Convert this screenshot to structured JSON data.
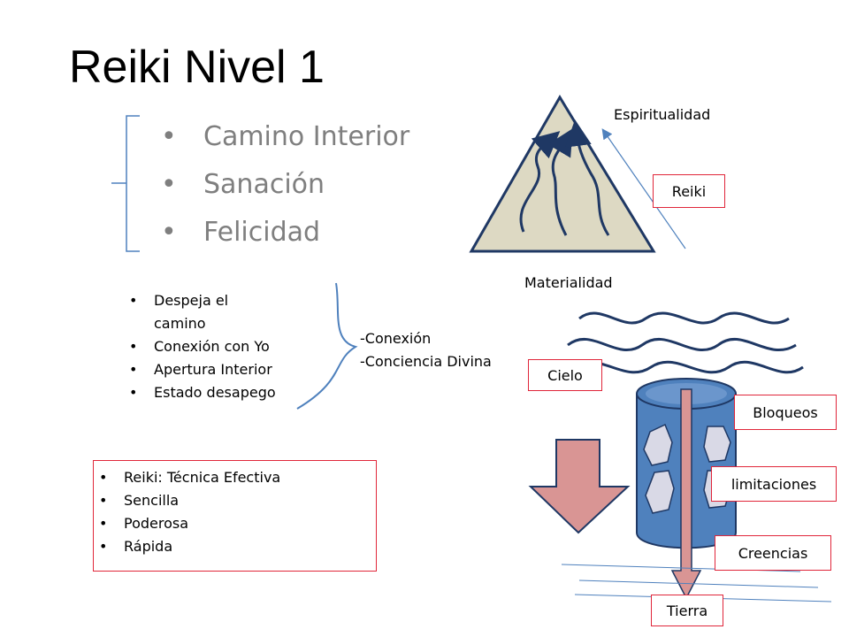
{
  "title": "Reiki Nivel 1",
  "main_bullets": [
    "Camino Interior",
    "Sanación",
    "Felicidad"
  ],
  "secondary_bullets": [
    "Despeja el camino",
    "Conexión con Yo",
    "Apertura Interior",
    "Estado desapego"
  ],
  "connection": {
    "line1": "-Conexión",
    "line2": "-Conciencia Divina"
  },
  "reiki_box": [
    "Reiki: Técnica Efectiva",
    "Sencilla",
    "Poderosa",
    "Rápida"
  ],
  "pyramid": {
    "top_label": "Espiritualidad",
    "bottom_label": "Materialidad",
    "side_label": "Reiki"
  },
  "cylinder": {
    "sky_label": "Cielo",
    "ground_label": "Tierra",
    "labels": [
      "Bloqueos",
      "limitaciones",
      "Creencias"
    ]
  },
  "colors": {
    "accent_red": "#e0263a",
    "cylinder_blue": "#4f81bd",
    "arrow_pink": "#d99594",
    "pyramid_fill": "#ddd9c3",
    "navy": "#1f3864"
  }
}
